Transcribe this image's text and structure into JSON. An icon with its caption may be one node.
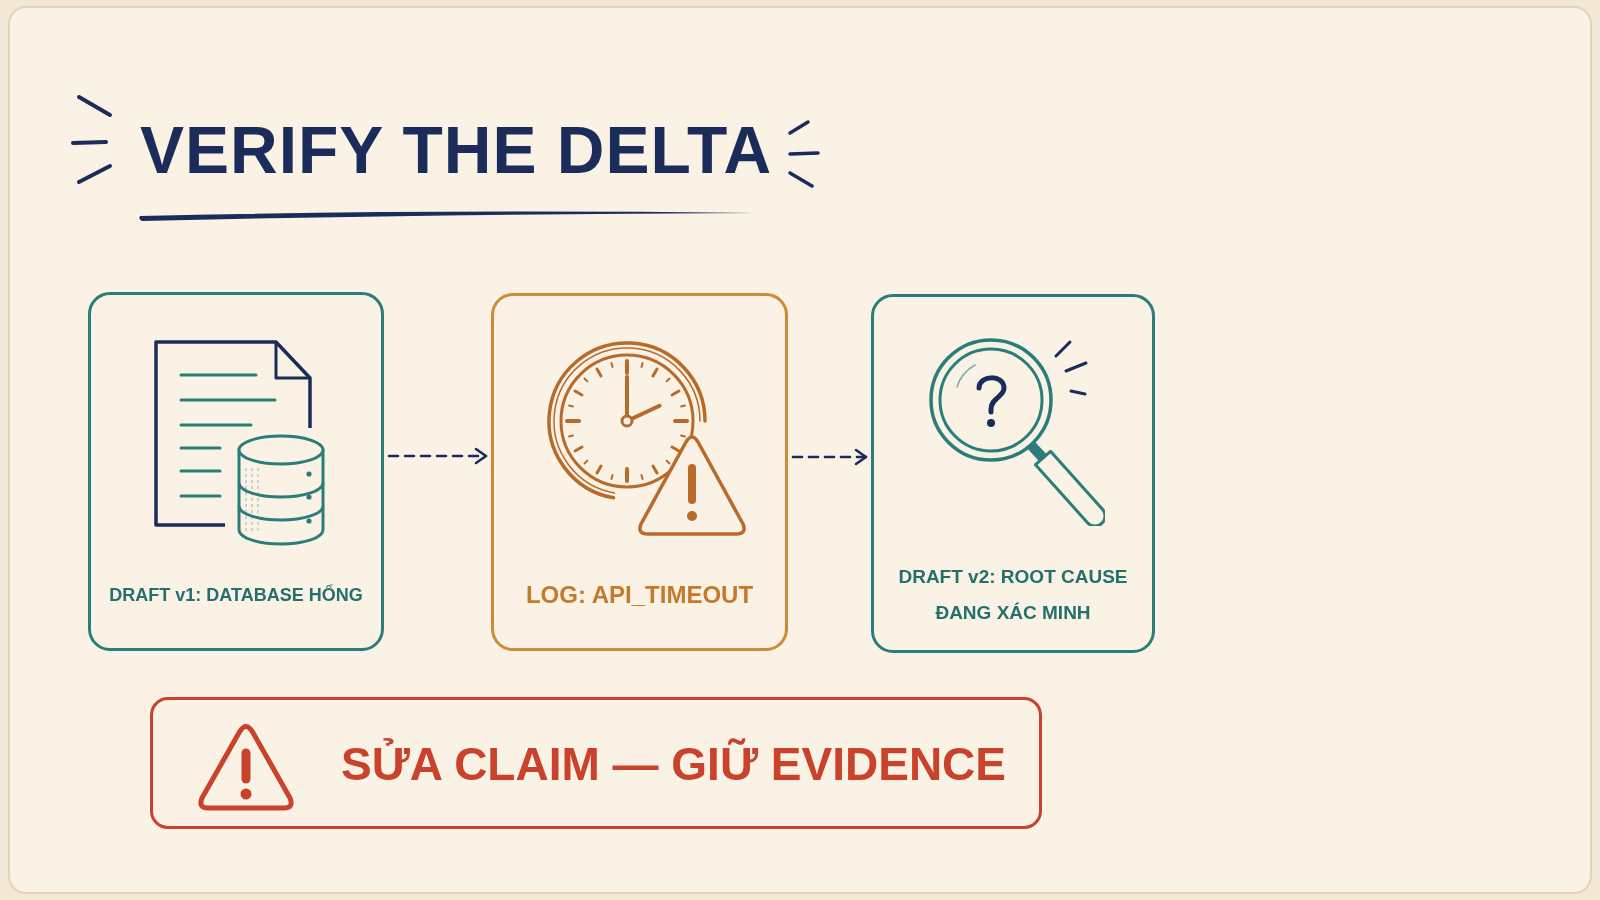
{
  "diagram": {
    "title": "VERIFY THE DELTA",
    "nodes": [
      {
        "text": [
          "DRAFT v1: DATABASE HỔNG"
        ]
      },
      {
        "text": [
          "LOG: API_TIMEOUT"
        ]
      },
      {
        "text": [
          "DRAFT v2: ROOT CAUSE ĐANG XÁC MINH"
        ]
      },
      {
        "text": [
          "SỬA CLAIM — GIỮ EVIDENCE"
        ]
      }
    ],
    "edges": [
      {
        "from": 0,
        "to": 1,
        "arrow": "to",
        "style": "dashed"
      },
      {
        "from": 1,
        "to": 2,
        "arrow": "to",
        "style": "dashed"
      }
    ]
  }
}
